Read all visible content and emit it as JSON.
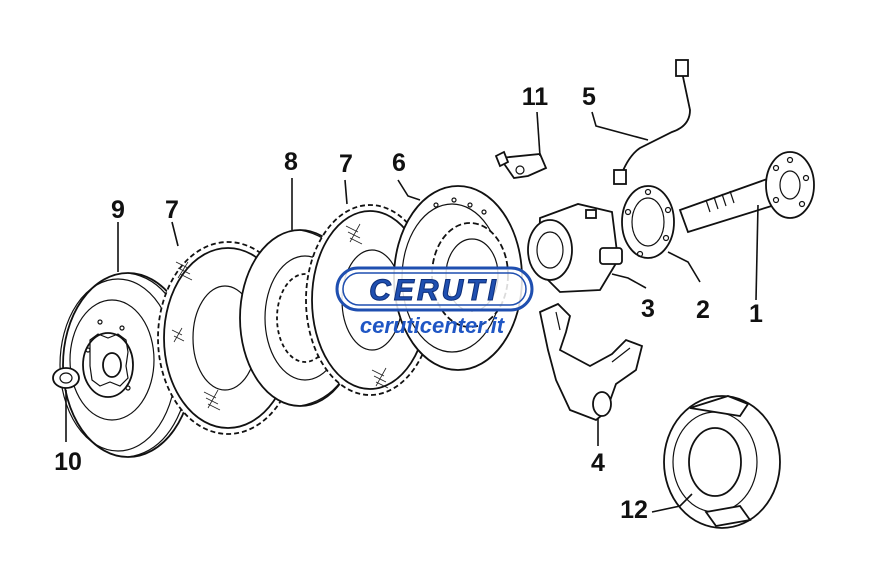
{
  "callouts": [
    {
      "id": "1",
      "label": "1"
    },
    {
      "id": "2",
      "label": "2"
    },
    {
      "id": "3",
      "label": "3"
    },
    {
      "id": "4",
      "label": "4"
    },
    {
      "id": "5",
      "label": "5"
    },
    {
      "id": "6",
      "label": "6"
    },
    {
      "id": "7a",
      "label": "7"
    },
    {
      "id": "7b",
      "label": "7"
    },
    {
      "id": "8",
      "label": "8"
    },
    {
      "id": "9",
      "label": "9"
    },
    {
      "id": "10",
      "label": "10"
    },
    {
      "id": "11",
      "label": "11"
    },
    {
      "id": "12",
      "label": "12"
    }
  ],
  "watermark": {
    "brand": "CERUTI",
    "site": "ceruticenter.it",
    "brand_color": "#1f4fb0",
    "site_color": "#1f56c4"
  }
}
